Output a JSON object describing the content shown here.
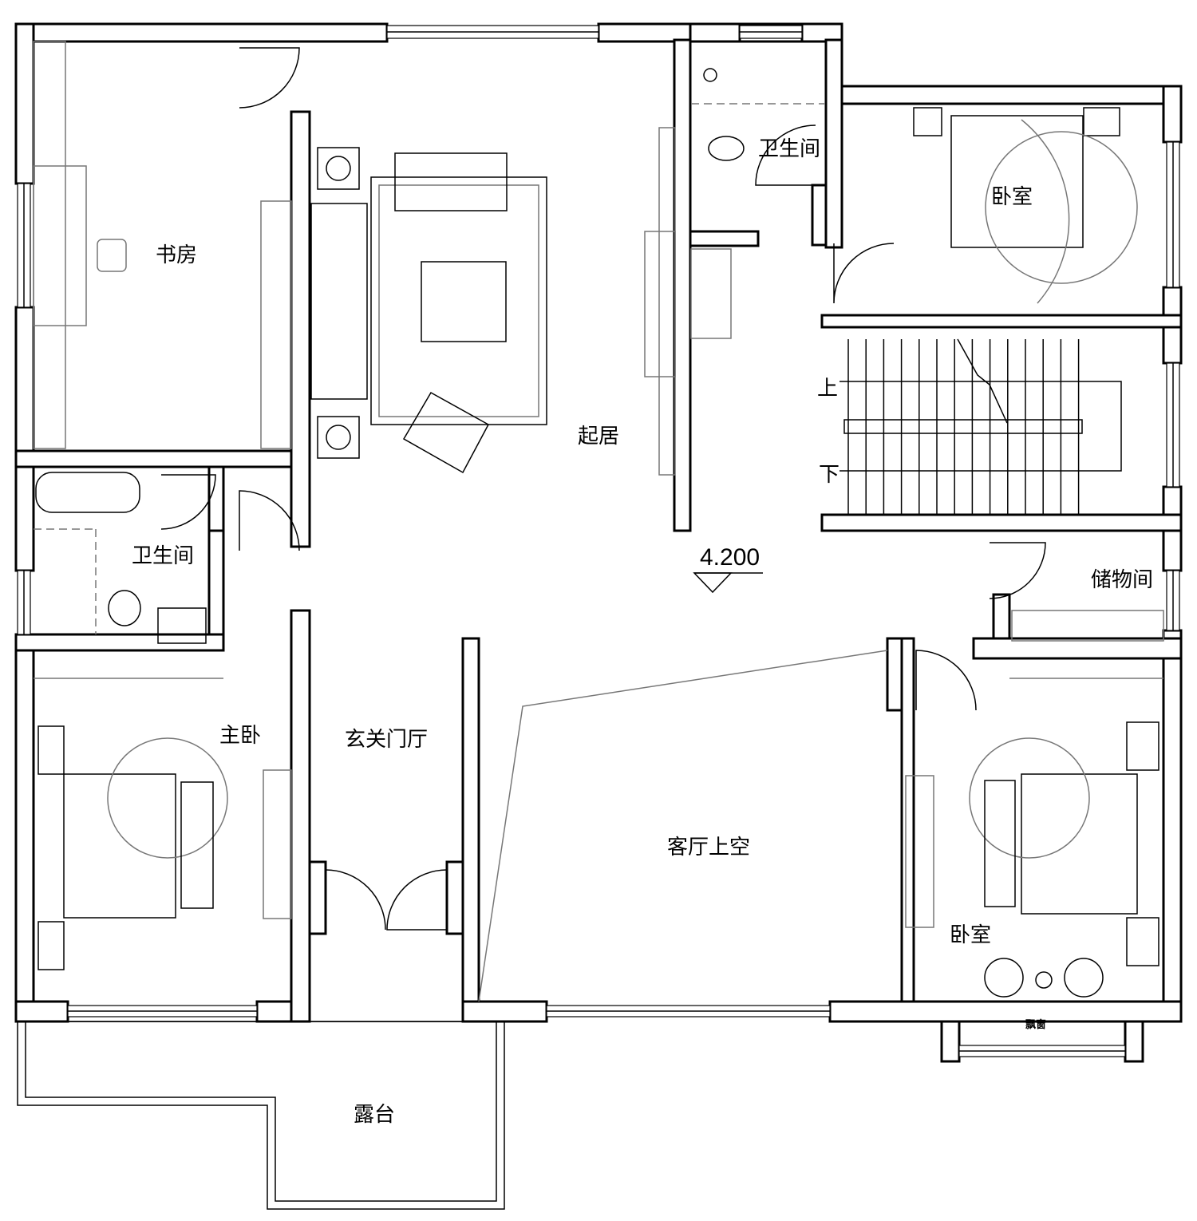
{
  "plan": {
    "rooms": {
      "study": "书房",
      "bath_top": "卫生间",
      "bedroom_top": "卧室",
      "living": "起居",
      "bath_left": "卫生间",
      "storage": "储物间",
      "master_bedroom": "主卧",
      "foyer": "玄关门厅",
      "void": "客厅上空",
      "bedroom_bottom": "卧室",
      "bay_window": "飘窗",
      "terrace": "露台"
    },
    "stairs": {
      "up": "上",
      "down": "下"
    },
    "elevation": "4.200"
  }
}
